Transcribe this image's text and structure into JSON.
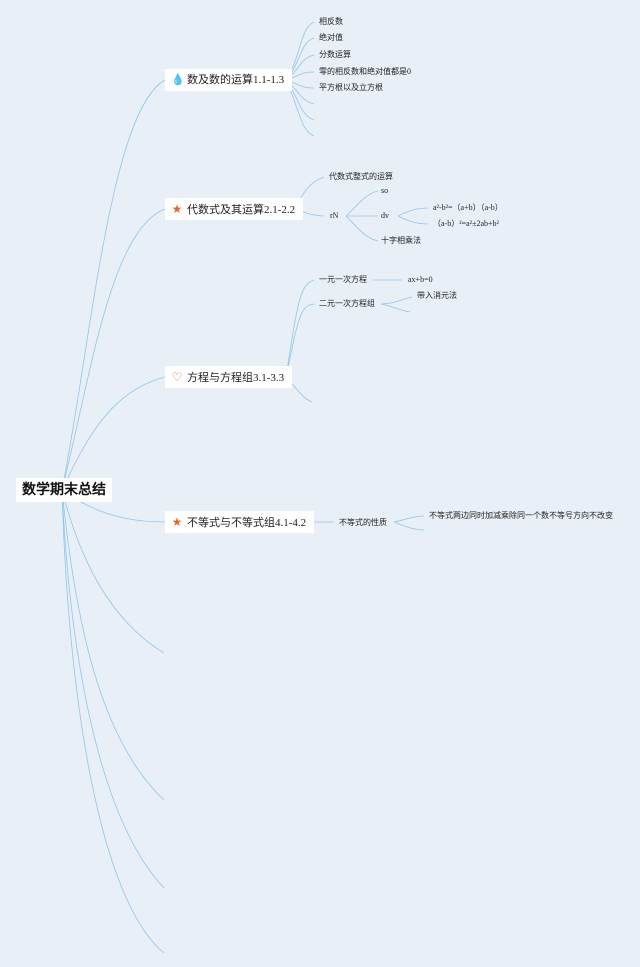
{
  "root": {
    "label": "数学期末总结"
  },
  "topics": [
    {
      "label": "数及数的运算1.1-1.3",
      "icon": "flame-icon",
      "children": [
        "相反数",
        "绝对值",
        "分数运算",
        "零的相反数和绝对值都是0",
        "平方根以及立方根"
      ]
    },
    {
      "label": "代数式及其运算2.1-2.2",
      "icon": "star-icon",
      "children": {
        "ops": "代数式整式的运算",
        "rn": "rN",
        "so": "so",
        "dv": "dv",
        "formula1": "a²-b²=（a+b）（a-b）",
        "formula2": "（a-b）²=a²±2ab+b²",
        "cross": "十字相乘法"
      }
    },
    {
      "label": "方程与方程组3.1-3.3",
      "icon": "heart-icon",
      "children": {
        "linear": "一元一次方程",
        "linear_formula": "ax+b=0",
        "system": "二元一次方程组",
        "method": "带入消元法"
      }
    },
    {
      "label": "不等式与不等式组4.1-4.2",
      "icon": "star-icon",
      "children": {
        "property": "不等式的性质",
        "property_text": "不等式两边同时加减乘除同一个数不等号方向不改变"
      }
    }
  ],
  "colors": {
    "background": "#e9eff7",
    "line": "#8fc6ea",
    "star": "#e06a2b",
    "flame": "#2e86c8",
    "heart": "#d2553a"
  }
}
